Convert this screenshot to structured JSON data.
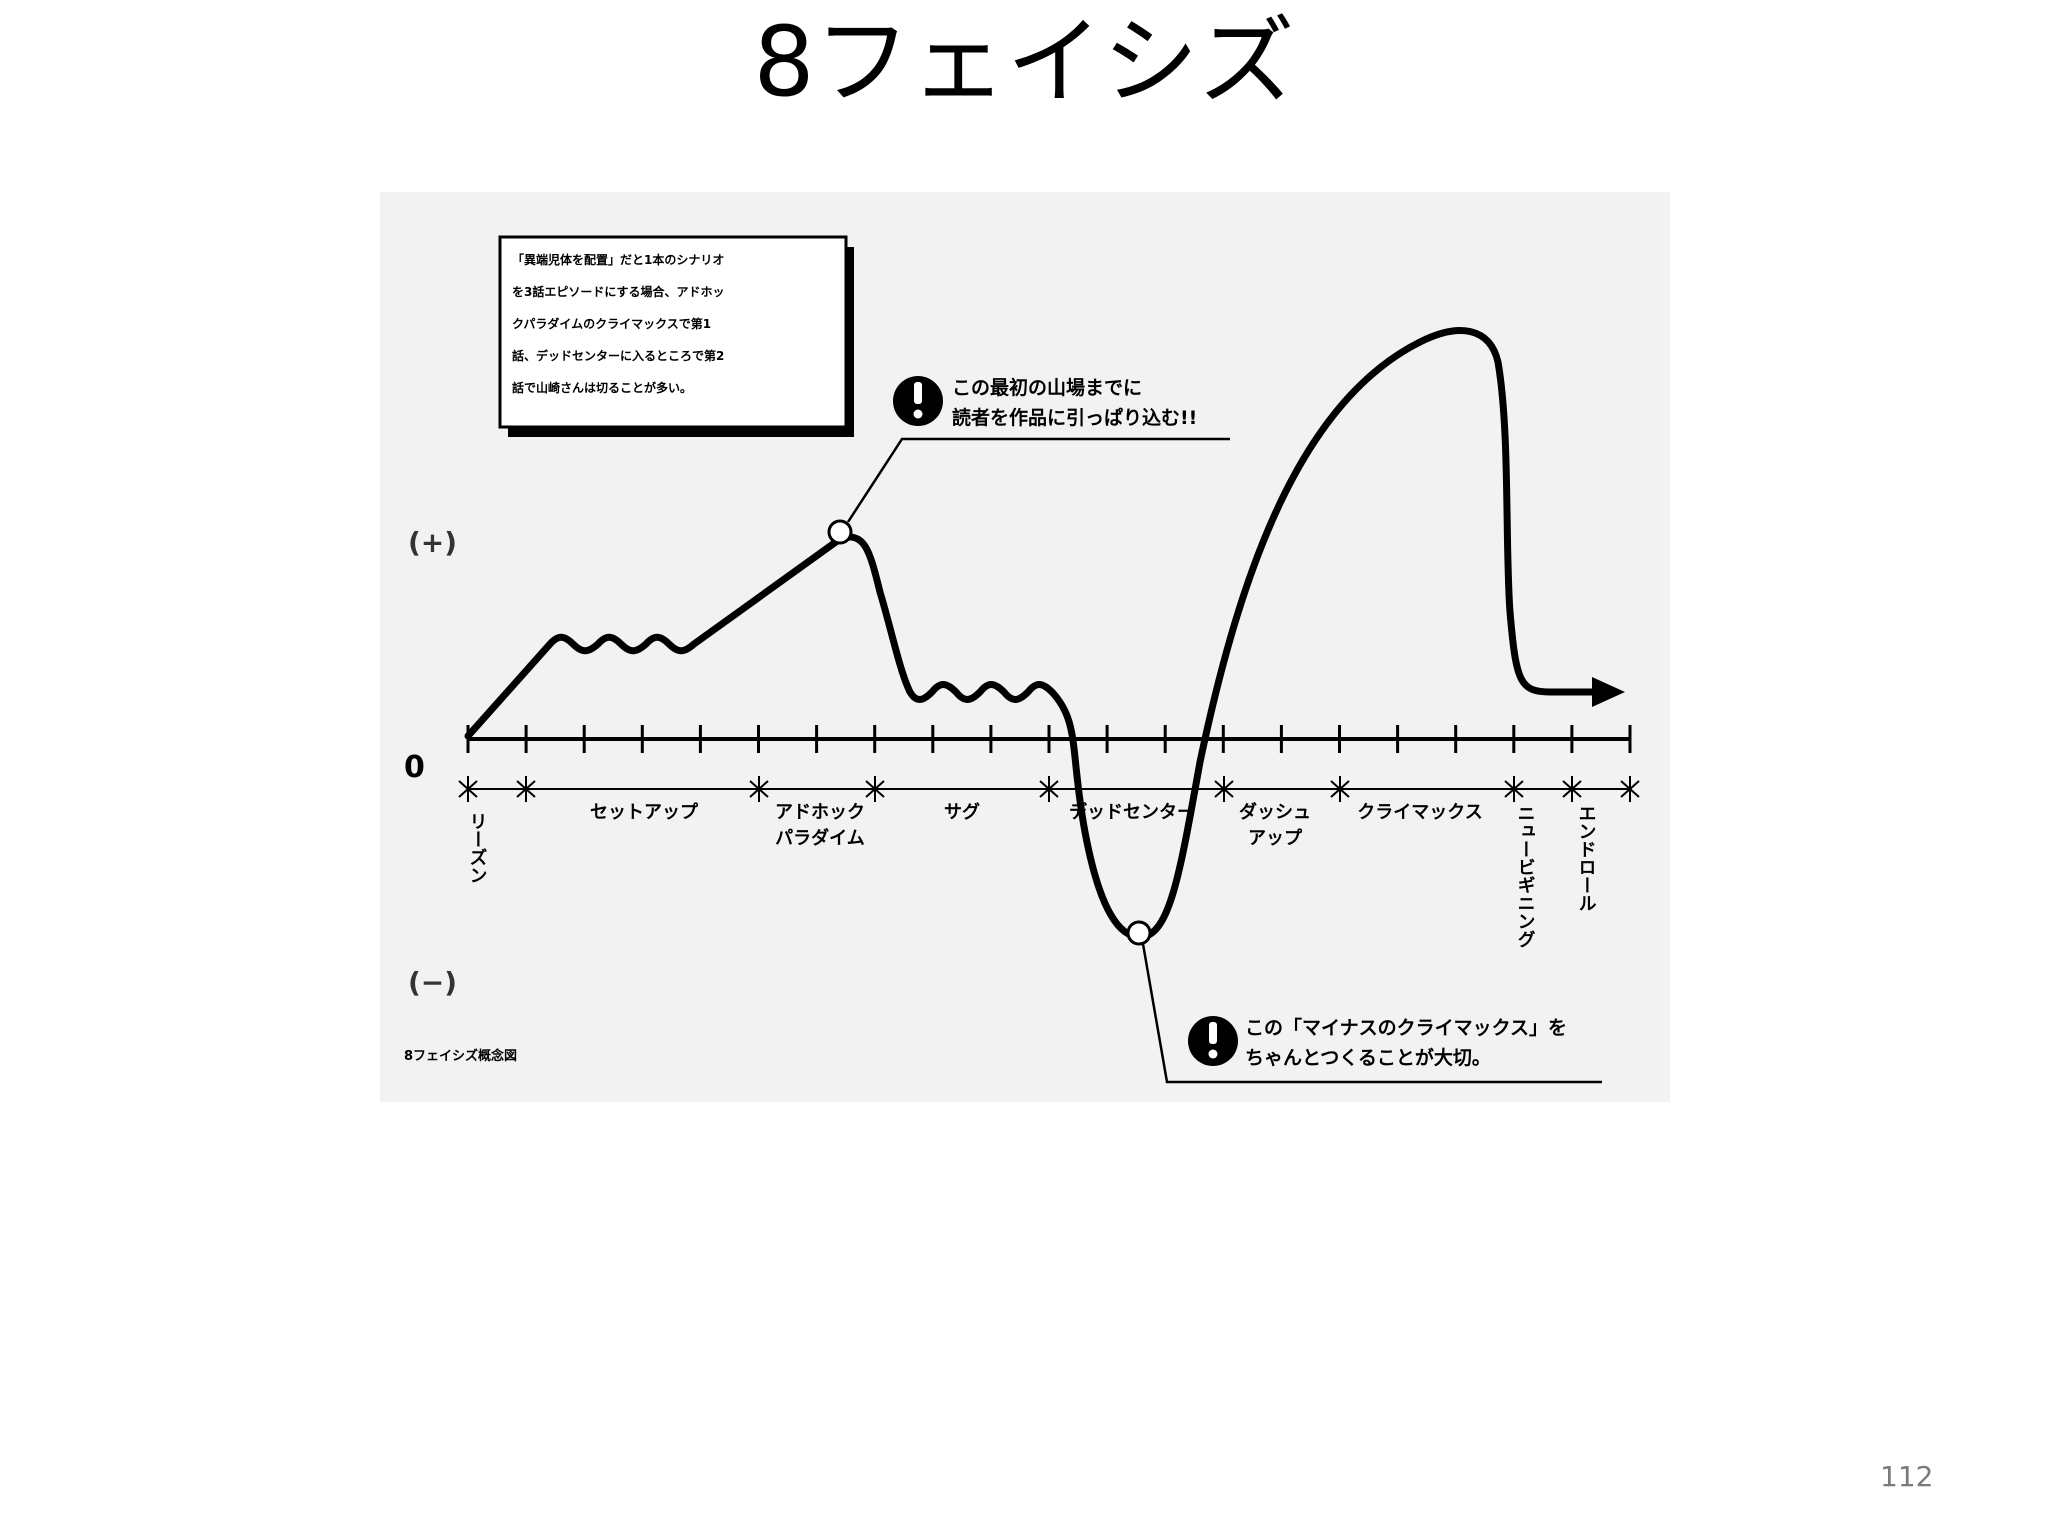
{
  "slide": {
    "title": "8フェイシズ",
    "page_number": "112"
  },
  "diagram": {
    "y_axis": {
      "plus": "(+)",
      "zero": "0",
      "minus": "(−)"
    },
    "note_box": [
      "「異端児体を配置」だと1本のシナリオ",
      "を3話エピソードにする場合、アドホッ",
      "クパラダイムのクライマックスで第1",
      "話、デッドセンターに入るところで第2",
      "話で山崎さんは切ることが多い。"
    ],
    "callout_1": [
      "この最初の山場までに",
      "読者を作品に引っぱり込む!!"
    ],
    "callout_2": [
      "この「マイナスのクライマックス」を",
      "ちゃんとつくることが大切。"
    ],
    "callout_icon": "exclamation-icon",
    "phases": [
      {
        "label": "リーズン"
      },
      {
        "label": "セットアップ"
      },
      {
        "label": "アドホック",
        "label2": "パラダイム"
      },
      {
        "label": "サグ"
      },
      {
        "label": "デッドセンター"
      },
      {
        "label": "ダッシュ",
        "label2": "アップ"
      },
      {
        "label": "クライマックス"
      },
      {
        "label": "ニュービギニング"
      },
      {
        "label": "エンドロール"
      }
    ],
    "caption": "8フェイシズ概念図"
  }
}
